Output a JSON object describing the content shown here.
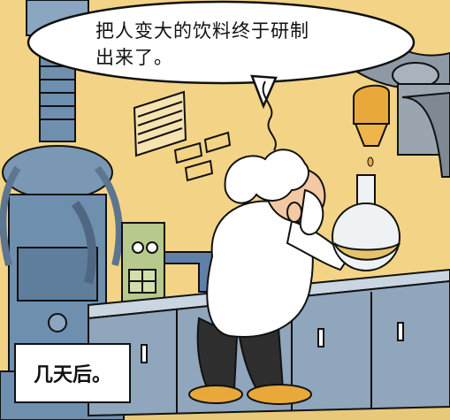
{
  "speech_bubble": {
    "line1": "把人变大的饮料终于研制",
    "line2": "出来了。"
  },
  "caption": {
    "text": "几天后。"
  },
  "colors": {
    "wall": "#F3D486",
    "machine": "#6F8FAE",
    "console": "#B7C98C",
    "bench": "#8FA6BC",
    "liquid": "#E5C36B",
    "shoes": "#E8A83A"
  }
}
